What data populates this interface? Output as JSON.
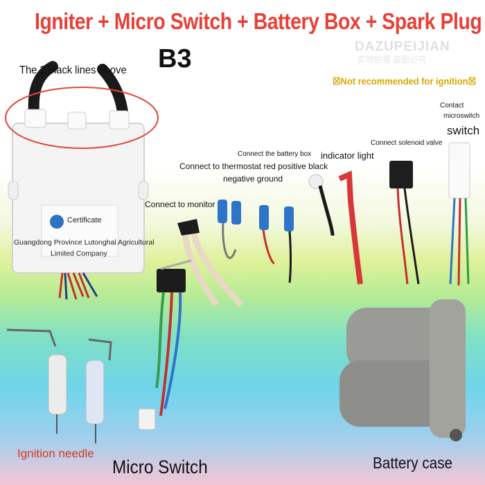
{
  "title": "Igniter + Micro Switch + Battery Box + Spark Plug",
  "model": "B3",
  "watermark": {
    "brand": "DAZUPEIJIAN",
    "sub": "实物拍摄 盗图必究"
  },
  "labels": {
    "black_lines_above": "The 2 black lines above",
    "not_recommended": "☒Not recommended for ignition☒",
    "contact_1": "Contact",
    "contact_2": "microswitch",
    "switch": "switch",
    "connect_solenoid": "Connect solenoid valve",
    "battery_box": "Connect the battery box",
    "indicator": "indicator light",
    "thermostat_1": "Connect to thermostat red positive black",
    "thermostat_2": "negative ground",
    "monitor": "Connect to monitor",
    "cert_title": "Certificate",
    "cert_line1": "Guangdong Province Lutonghal Agricultural",
    "cert_line2": "Limited Company",
    "ignition_needle": "Ignition needle",
    "micro_switch": "Micro Switch",
    "battery_case": "Battery case"
  },
  "colors": {
    "title": "#e84036",
    "warning": "#d6a800",
    "ignition_needle": "#d9381e"
  }
}
